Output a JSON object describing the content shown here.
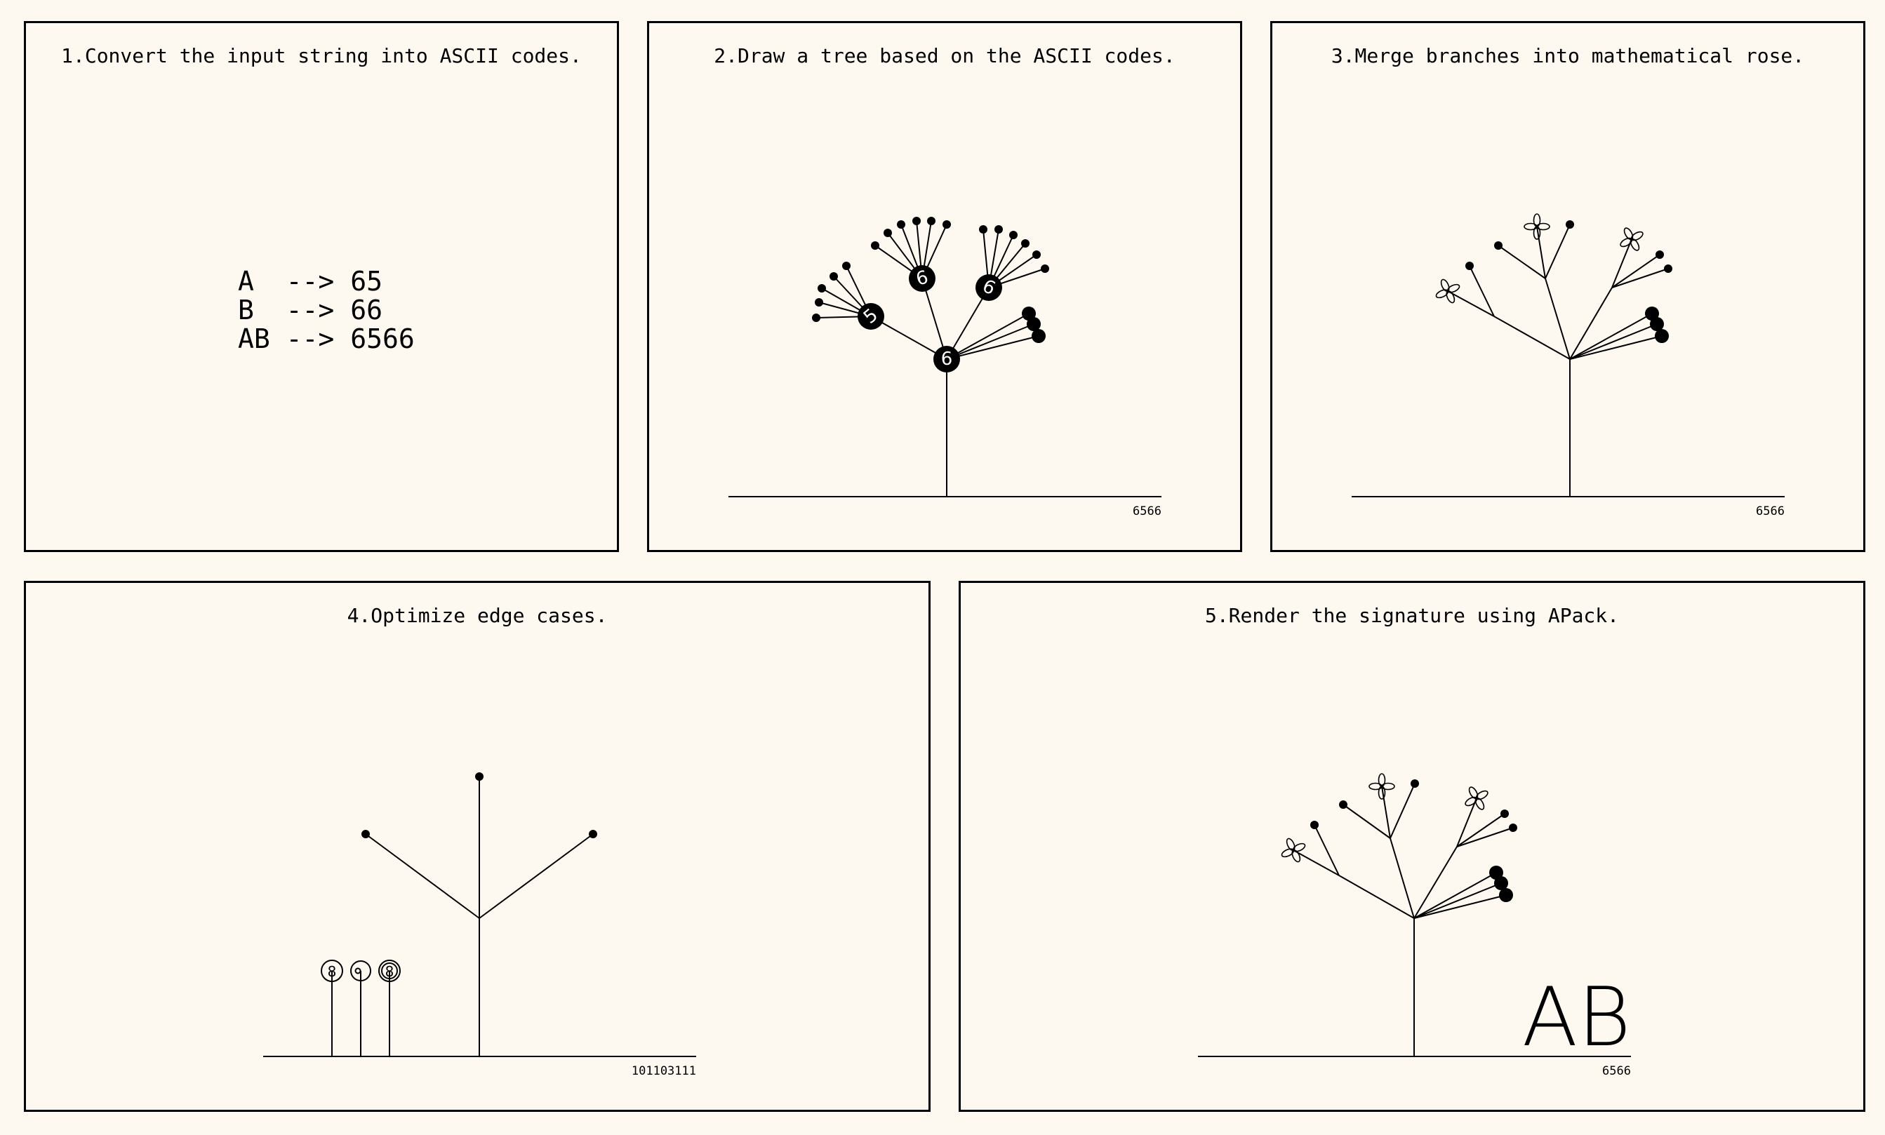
{
  "panels": [
    {
      "title": "1.Convert the input string into ASCII codes."
    },
    {
      "title": "2.Draw a tree based on the ASCII codes.",
      "baseline_label": "6566",
      "node_labels": [
        "5",
        "6",
        "6",
        "6"
      ]
    },
    {
      "title": "3.Merge branches into mathematical rose.",
      "baseline_label": "6566"
    },
    {
      "title": "4.Optimize edge cases.",
      "baseline_label": "101103111",
      "small_labels": [
        "8",
        "8"
      ]
    },
    {
      "title": "5.Render the signature using APack.",
      "baseline_label": "6566",
      "signature": "AB"
    }
  ],
  "mappings": [
    {
      "input": "A",
      "arrow": "-->",
      "code": "65"
    },
    {
      "input": "B",
      "arrow": "-->",
      "code": "66"
    },
    {
      "input": "AB",
      "arrow": "-->",
      "code": "6566"
    }
  ]
}
